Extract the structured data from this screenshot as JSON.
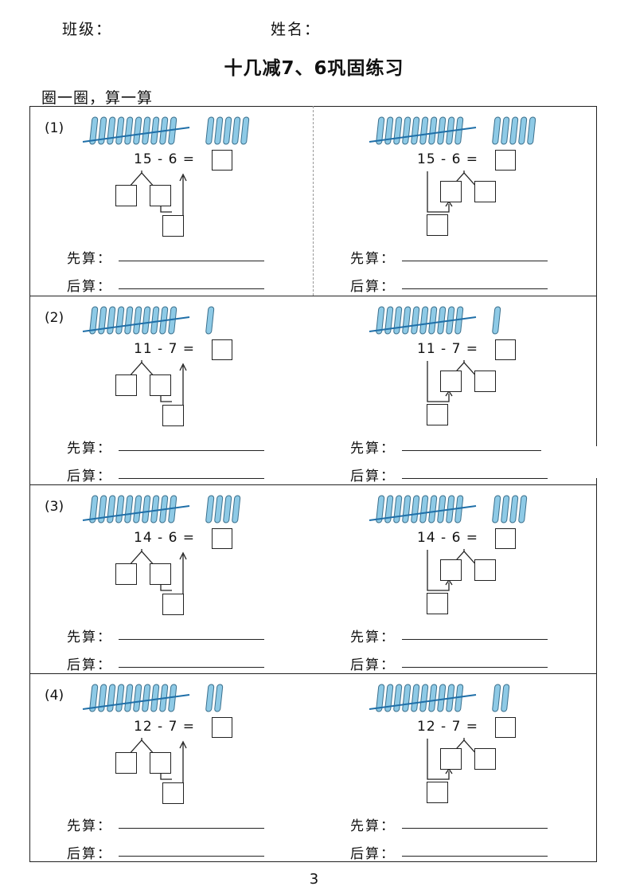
{
  "header": {
    "class_label": "班级：",
    "name_label": "姓名："
  },
  "title": "十几减7、6巩固练习",
  "instruction": "圈一圈，算一算",
  "labels": {
    "first_step": "先算：",
    "then_step": "后算："
  },
  "problems": [
    {
      "number": "(1)",
      "minuend": "15",
      "subtrahend": "6",
      "equation": "15 - 6 =",
      "bundle_sticks": 10,
      "loose_sticks": 5
    },
    {
      "number": "(2)",
      "minuend": "11",
      "subtrahend": "7",
      "equation": "11 - 7 =",
      "bundle_sticks": 10,
      "loose_sticks": 1
    },
    {
      "number": "(3)",
      "minuend": "14",
      "subtrahend": "6",
      "equation": "14 - 6 =",
      "bundle_sticks": 10,
      "loose_sticks": 4
    },
    {
      "number": "(4)",
      "minuend": "12",
      "subtrahend": "7",
      "equation": "12 - 7 =",
      "bundle_sticks": 10,
      "loose_sticks": 2
    }
  ],
  "colors": {
    "stick_fill": "#8ecae6",
    "stick_stroke": "#3a6f8c",
    "cross_line": "#1f6fa8"
  },
  "page_number": "3"
}
